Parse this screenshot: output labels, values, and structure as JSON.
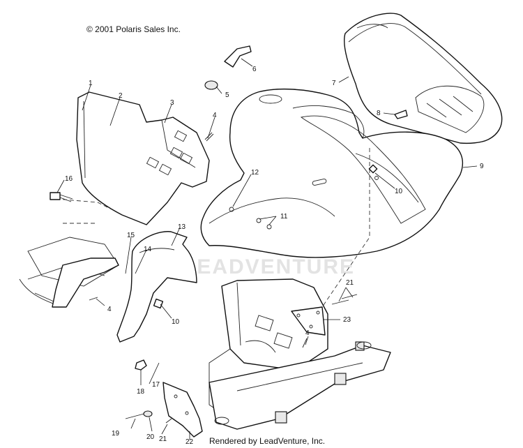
{
  "copyright": "© 2001 Polaris Sales Inc.",
  "rendered_by": "Rendered by LeadVenture, Inc.",
  "watermark": "LEADVENTURE",
  "callouts": {
    "c1": "1",
    "c2": "2",
    "c3": "3",
    "c4a": "4",
    "c4b": "4",
    "c4c": "4",
    "c5": "5",
    "c6": "6",
    "c7": "7",
    "c8": "8",
    "c9": "9",
    "c10a": "10",
    "c10b": "10",
    "c11": "11",
    "c12": "12",
    "c13": "13",
    "c14": "14",
    "c15": "15",
    "c16": "16",
    "c17": "17",
    "c18": "18",
    "c19": "19",
    "c20": "20",
    "c21a": "21",
    "c21b": "21",
    "c22": "22",
    "c23": "23"
  }
}
